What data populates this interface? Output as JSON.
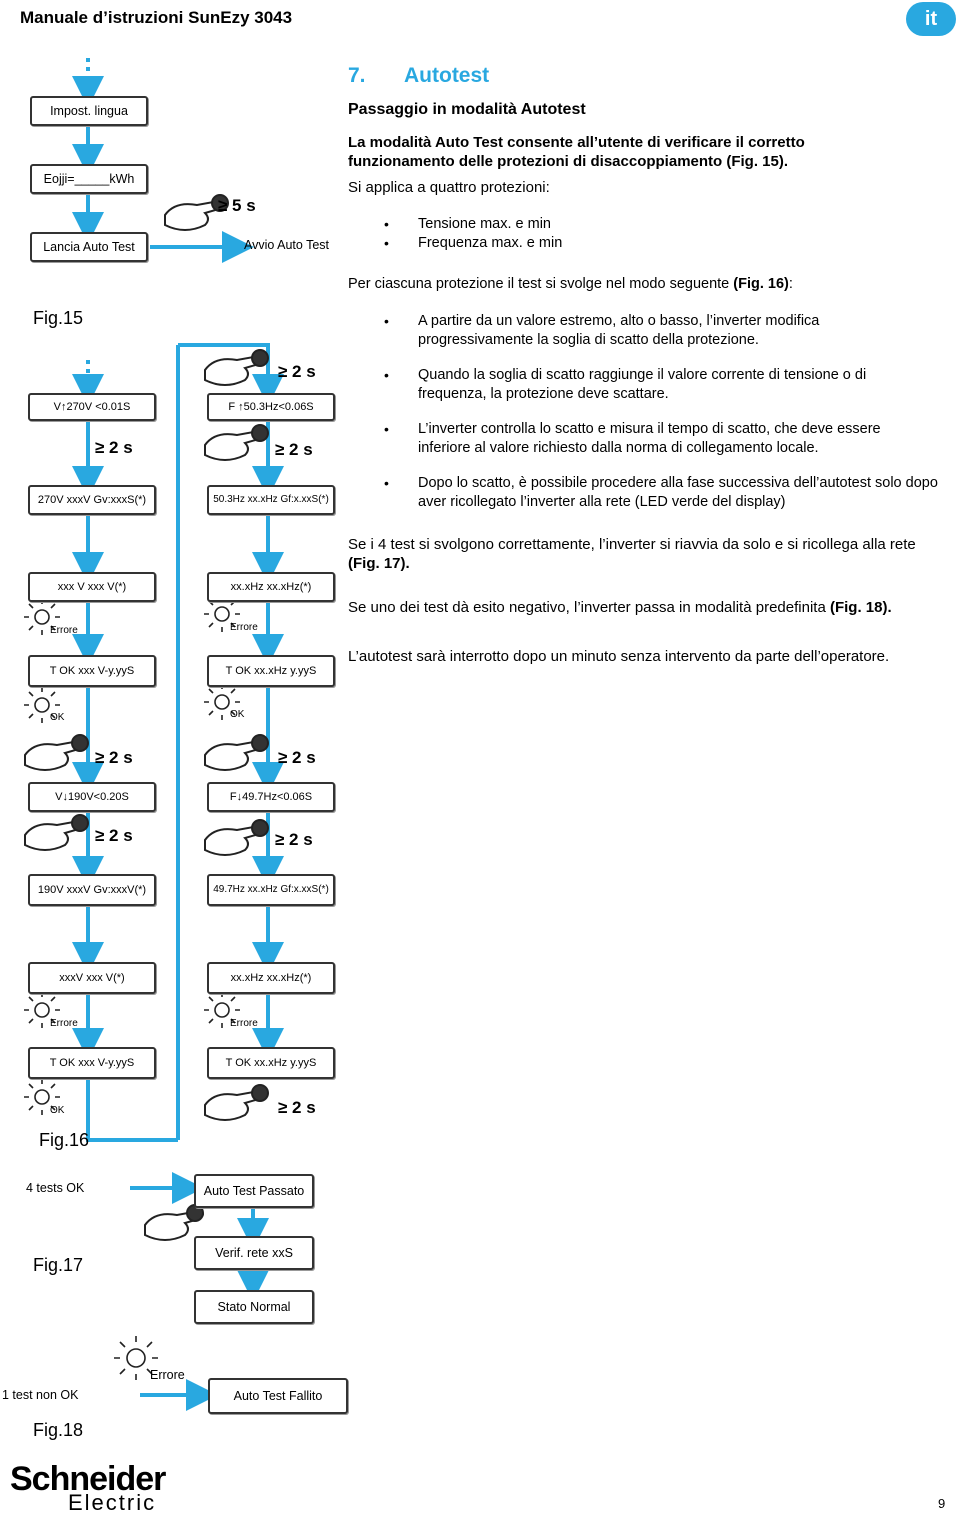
{
  "header": {
    "title": "Manuale d’istruzioni SunEzy 3043",
    "lang_badge": "it"
  },
  "section": {
    "number": "7.",
    "title": "Autotest",
    "subtitle": "Passaggio in modalità Autotest"
  },
  "intro": {
    "bold": "La modalità Auto Test consente all’utente di verificare il corretto funzionamento delle protezioni di disaccoppiamento (Fig. 15).",
    "applies": "Si applica a quattro protezioni:",
    "items": [
      "Tensione max. e min",
      "Frequenza max. e min"
    ],
    "per_each": "Per ciascuna protezione il test si svolge nel modo seguente",
    "per_each_ref": "(Fig. 16)",
    "per_each_end": ":"
  },
  "steps": [
    "A partire da un valore estremo, alto o basso, l’inverter modifica progressivamente la soglia di scatto della protezione.",
    "Quando la soglia di scatto raggiunge il valore corrente di tensione o di frequenza, la protezione deve scattare.",
    "L’inverter controlla lo scatto e misura il tempo di scatto, che deve essere inferiore al valore richiesto dalla norma di collegamento locale.",
    "Dopo lo scatto, è possibile procedere alla fase successiva dell’autotest solo dopo aver ricollegato l’inverter alla rete (LED verde del display)"
  ],
  "outcome": {
    "ok_text": "Se i 4 test si svolgono correttamente, l’inverter si riavvia da solo e si ricollega alla rete",
    "ok_ref": "(Fig. 17).",
    "fail_text": "Se uno dei test dà esito negativo, l’inverter passa in modalità predefinita",
    "fail_ref": "(Fig. 18).",
    "timeout": "L’autotest sarà interrotto dopo un minuto senza intervento da parte dell’operatore."
  },
  "fig15": {
    "label": "Fig.15",
    "boxes": [
      "Impost. lingua",
      "Eojji=_____kWh",
      "Lancia Auto Test",
      "Avvio Auto Test"
    ],
    "hold": "≥ 5 s"
  },
  "fig16": {
    "label": "Fig.16",
    "hold": "≥ 2 s",
    "left": [
      "V↑270V <0.01S",
      "270V xxxV Gv:xxxS(*)",
      "xxx V xxx V(*)",
      "T OK xxx V-y.yyS",
      "V↓190V<0.20S",
      "190V xxxV Gv:xxxV(*)",
      "xxxV xxx V(*)",
      "T OK xxx V-y.yyS"
    ],
    "right": [
      "F ↑50.3Hz<0.06S",
      "50.3Hz xx.xHz Gf:x.xxS(*)",
      "xx.xHz xx.xHz(*)",
      "T OK xx.xHz y.yyS",
      "F↓49.7Hz<0.06S",
      "49.7Hz xx.xHz Gf:x.xxS(*)",
      "xx.xHz xx.xHz(*)",
      "T OK xx.xHz y.yyS"
    ],
    "errore": "Errore",
    "ok": "OK"
  },
  "fig17": {
    "label": "Fig.17",
    "tests_ok": "4 tests OK",
    "boxes": [
      "Auto Test Passato",
      "Verif. rete xxS",
      "Stato Normal"
    ]
  },
  "fig18": {
    "label": "Fig.18",
    "errore": "Errore",
    "test_non_ok": "1 test non OK",
    "box": "Auto Test Fallito"
  },
  "footer": {
    "brand1": "Schneider",
    "brand2": "Electric",
    "page": "9",
    "brand_color": "#1a1a1a"
  },
  "colors": {
    "accent": "#29a8e0"
  }
}
